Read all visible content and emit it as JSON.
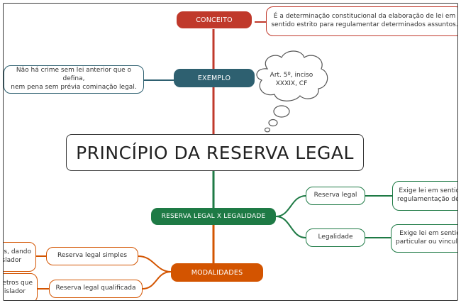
{
  "title": "PRINCÍPIO DA RESERVA LEGAL",
  "conceito": {
    "label": "CONCEITO",
    "text_lines": [
      "É a determinação constitucional da elaboração de lei em",
      "sentido estrito para regulamentar determinados assuntos."
    ]
  },
  "exemplo": {
    "label": "EXEMPLO",
    "text_lines": [
      "Não há crime sem lei anterior que o defina,",
      "nem pena sem prévia cominação legal."
    ],
    "cloud_lines": [
      "Art. 5º, inciso",
      "XXXIX, CF"
    ]
  },
  "reserva_x_legalidade": {
    "label": "RESERVA LEGAL X LEGALIDADE",
    "branches": [
      {
        "label": "Reserva legal",
        "desc_lines": [
          "Exige lei em sentido",
          "regulamentação de d"
        ]
      },
      {
        "label": "Legalidade",
        "desc_lines": [
          "Exige lei em sentid",
          "particular ou vincular"
        ]
      }
    ]
  },
  "modalidades": {
    "label": "MODALIDADES",
    "branches": [
      {
        "label": "Reserva legal simples",
        "desc_lines": [
          "os, dando",
          "islador"
        ]
      },
      {
        "label": "Reserva legal qualificada",
        "desc_lines": [
          "metros que",
          "egislador"
        ]
      }
    ]
  },
  "colors": {
    "conceito": "#c0392b",
    "exemplo": "#2e6070",
    "reserva": "#1e7a45",
    "modalidades": "#d35400"
  }
}
